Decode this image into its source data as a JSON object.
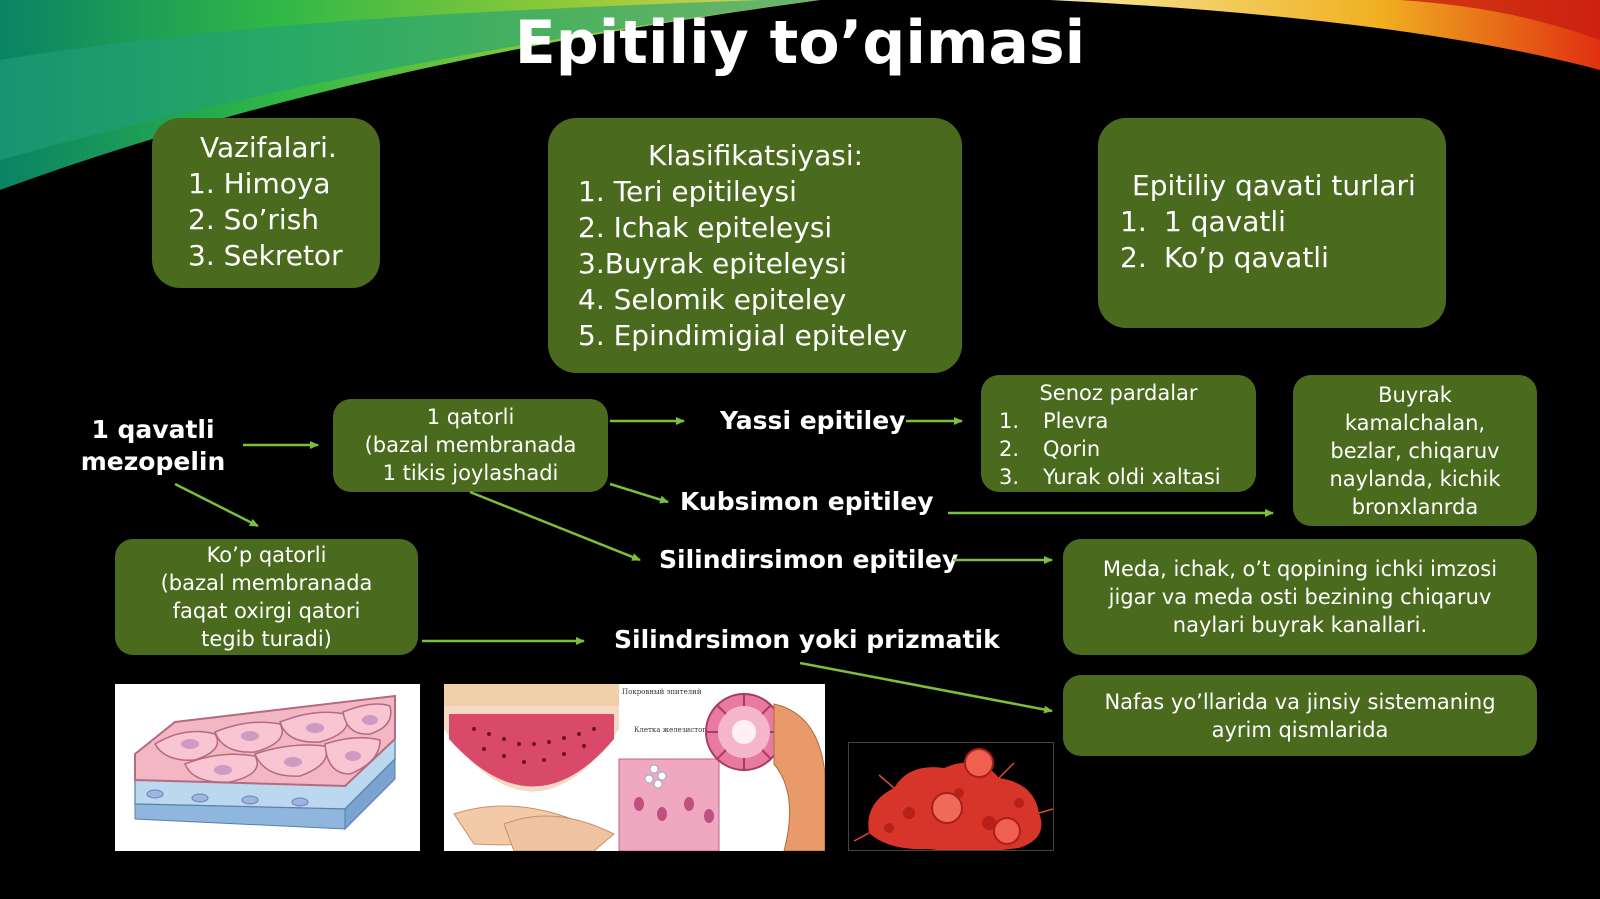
{
  "title": "Epitiliy to’qimasi",
  "functions": {
    "heading": "Vazifalari.",
    "items": [
      "1. Himoya",
      "2. So’rish",
      "3. Sekretor"
    ]
  },
  "classification": {
    "heading": "Klasifikatsiyasi:",
    "items": [
      "1. Teri epitileysi",
      "2. Ichak epiteleysi",
      "3.Buyrak epiteleysi",
      "4. Selomik epiteley",
      "5. Epindimigial epiteley"
    ]
  },
  "layer_types": {
    "heading": "Epitiliy qavati turlari",
    "items": [
      {
        "num": "1.",
        "text": "1 qavatli"
      },
      {
        "num": "2.",
        "text": "Ko’p qavatli"
      }
    ]
  },
  "root_label": {
    "line1": "1 qavatli",
    "line2": "mezopelin"
  },
  "single_row": {
    "line1": "1 qatorli",
    "line2": "(bazal membranada",
    "line3": "1 tikis joylashadi"
  },
  "multi_row": {
    "line1": "Ko’p qatorli",
    "line2": "(bazal membranada",
    "line3": "faqat oxirgi qatori",
    "line4": "tegib turadi)"
  },
  "types": {
    "flat": "Yassi epitiley",
    "cubic": "Kubsimon epitiley",
    "cylinder": "Silindirsimon epitiley",
    "prismatic": "Silindrsimon yoki prizmatik"
  },
  "serous": {
    "heading": "Senoz pardalar",
    "items": [
      {
        "num": "1.",
        "text": "Plevra"
      },
      {
        "num": "2.",
        "text": "Qorin"
      },
      {
        "num": "3.",
        "text": "Yurak oldi xaltasi"
      }
    ]
  },
  "kidney": {
    "lines": [
      "Buyrak",
      "kamalchalan,",
      "bezlar, chiqaruv",
      "naylanda, kichik",
      "bronxlanrda"
    ]
  },
  "stomach": {
    "lines": [
      "Meda, ichak, o’t qopining ichki imzosi",
      "jigar va meda osti bezining chiqaruv",
      "naylari buyrak kanallari."
    ]
  },
  "airways": {
    "lines": [
      "Nafas  yo’llarida va jinsiy sistemaning",
      "ayrim qismlarida"
    ]
  },
  "illustration_labels": {
    "label1": "Покровный эпителий",
    "label2": "Клетка железистого эпителия"
  },
  "colors": {
    "box_green": "#4a6a1e",
    "arrow_green": "#7cbf3a",
    "background": "#000000"
  }
}
